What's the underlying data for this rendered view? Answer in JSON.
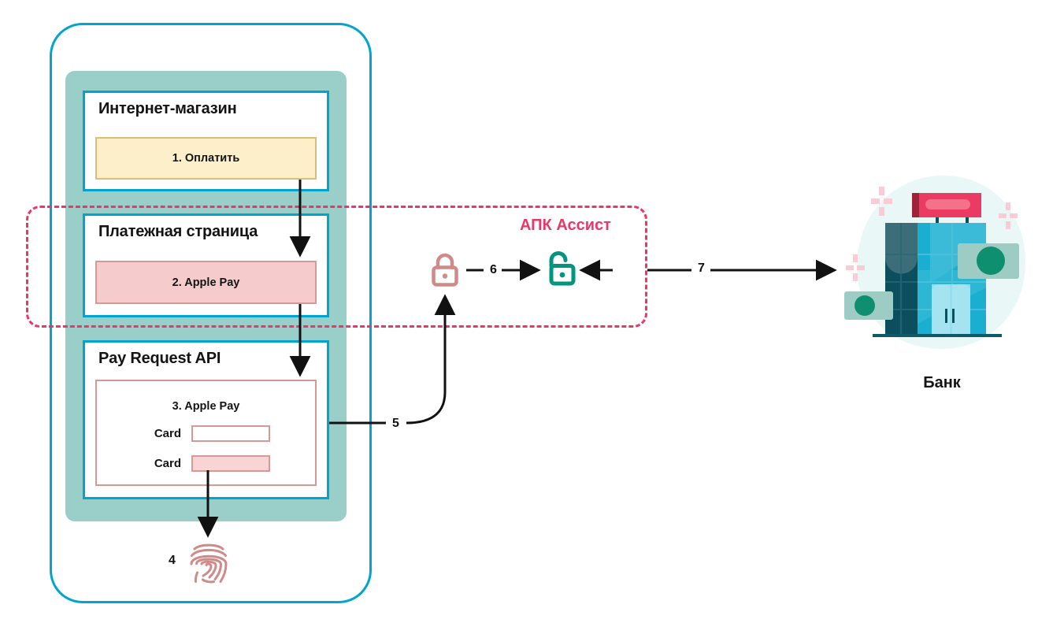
{
  "diagram": {
    "title_label": "АПК Ассист",
    "bank_label": "Банк",
    "colors": {
      "phone_border": "#00A4CE",
      "screen_panel": "#9ACFC9",
      "card_border": "#00A4CE",
      "assist_dashed": "#E8386A",
      "pay_button_fill": "#FCEFC9",
      "pay_button_border": "#D9BF72",
      "applepay_fill": "#F6CBCB",
      "applepay_border": "#D99898",
      "lock_closed": "#D08A8A",
      "lock_open": "#00957F",
      "fingerprint": "#D08A8A",
      "arrow": "#111111",
      "bank_blue": "#1AAFD0",
      "bank_dark": "#0B4F5E",
      "bank_red": "#EC3B62",
      "bank_money": "#9DCCC4",
      "bank_coin": "#0E8F6F",
      "bank_halo": "#E9F7F6"
    },
    "cards": [
      {
        "id": "shop",
        "title": "Интернет-магазин",
        "inner": {
          "name": "pay-button",
          "label": "1. Оплатить"
        }
      },
      {
        "id": "payment-page",
        "title": "Платежная страница",
        "inner": {
          "name": "apple-pay-button",
          "label": "2. Apple Pay"
        }
      },
      {
        "id": "pay-request-api",
        "title": "Pay Request API",
        "inner": {
          "name": "apple-pay-sheet",
          "label": "3. Apple Pay",
          "fields": [
            {
              "label": "Card",
              "value": "",
              "filled": false
            },
            {
              "label": "Card",
              "value": "",
              "filled": true
            }
          ]
        }
      }
    ],
    "steps": [
      {
        "number": "1",
        "name": "step-pay"
      },
      {
        "number": "2",
        "name": "step-apple-pay"
      },
      {
        "number": "3",
        "name": "step-apple-pay-sheet"
      },
      {
        "number": "4",
        "name": "step-fingerprint"
      },
      {
        "number": "5",
        "name": "step-encrypt"
      },
      {
        "number": "6",
        "name": "step-decrypt"
      },
      {
        "number": "7",
        "name": "step-bank"
      }
    ],
    "step_labels": {
      "four": "4",
      "five": "5",
      "six": "6",
      "seven": "7"
    },
    "icons": {
      "lock_closed": "lock-closed-icon",
      "lock_open": "lock-open-icon",
      "fingerprint": "fingerprint-icon",
      "bank": "bank-building-icon"
    }
  }
}
